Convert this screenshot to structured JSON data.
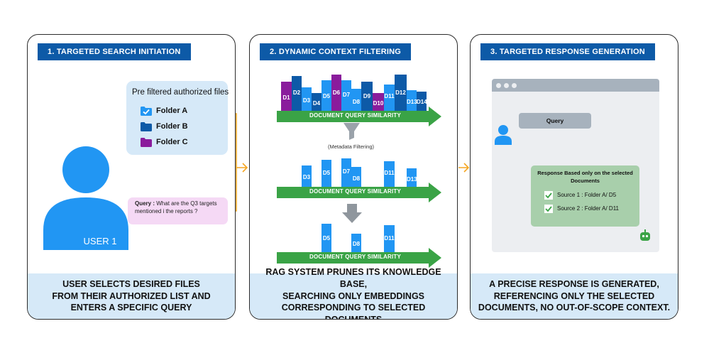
{
  "panel1": {
    "header": "1. TARGETED SEARCH INITIATION",
    "files_title": "Pre filtered authorized files",
    "folders": [
      {
        "label": "Folder A",
        "icon": "checked-folder-icon",
        "color": "#2196f3"
      },
      {
        "label": "Folder B",
        "icon": "folder-icon",
        "color": "#0d5aa7"
      },
      {
        "label": "Folder C",
        "icon": "folder-icon",
        "color": "#8a1c9c"
      }
    ],
    "query_label": "Query :",
    "query_text": " What are the Q3 targets mentioned i the reports ?",
    "user_label": "USER 1",
    "footer": "USER SELECTS DESIRED FILES\nFROM THEIR AUTHORIZED LIST AND\nENTERS A SPECIFIC QUERY"
  },
  "panel2": {
    "header": "2. DYNAMIC CONTEXT FILTERING",
    "axis_label": "DOCUMENT QUERY SIMILARITY",
    "filter_label": "(Metadata Filtering)",
    "row1_docs": [
      "D1",
      "D2",
      "D3",
      "D4",
      "D5",
      "D6",
      "D7",
      "D8",
      "D9",
      "D10",
      "D11",
      "D12",
      "D13",
      "D14"
    ],
    "row2_docs": [
      "D3",
      "D5",
      "D7",
      "D8",
      "D11",
      "D13"
    ],
    "row3_docs": [
      "D5",
      "D8",
      "D11"
    ],
    "footer": "RAG SYSTEM PRUNES ITS KNOWLEDGE BASE,\nSEARCHING ONLY EMBEDDINGS\nCORRESPONDING TO SELECTED DOCUMENTS"
  },
  "panel3": {
    "header": "3. TARGETED RESPONSE GENERATION",
    "query_bubble": "Query",
    "response_title": "Response Based only on the selected Documents",
    "sources": [
      "Source 1 : Folder A/ D5",
      "Source 2 : Folder A/ D11"
    ],
    "footer": "A PRECISE RESPONSE IS GENERATED,\nREFERENCING ONLY THE SELECTED\nDOCUMENTS, NO OUT-OF-SCOPE CONTEXT."
  },
  "colors": {
    "header_blue": "#0d5aa7",
    "light_blue": "#d6e9f8",
    "bright_blue": "#2196f3",
    "purple": "#8a1c9c",
    "green_arrow": "#3aa346",
    "orange_connector": "#f5a623",
    "response_green": "#a8cfab"
  }
}
